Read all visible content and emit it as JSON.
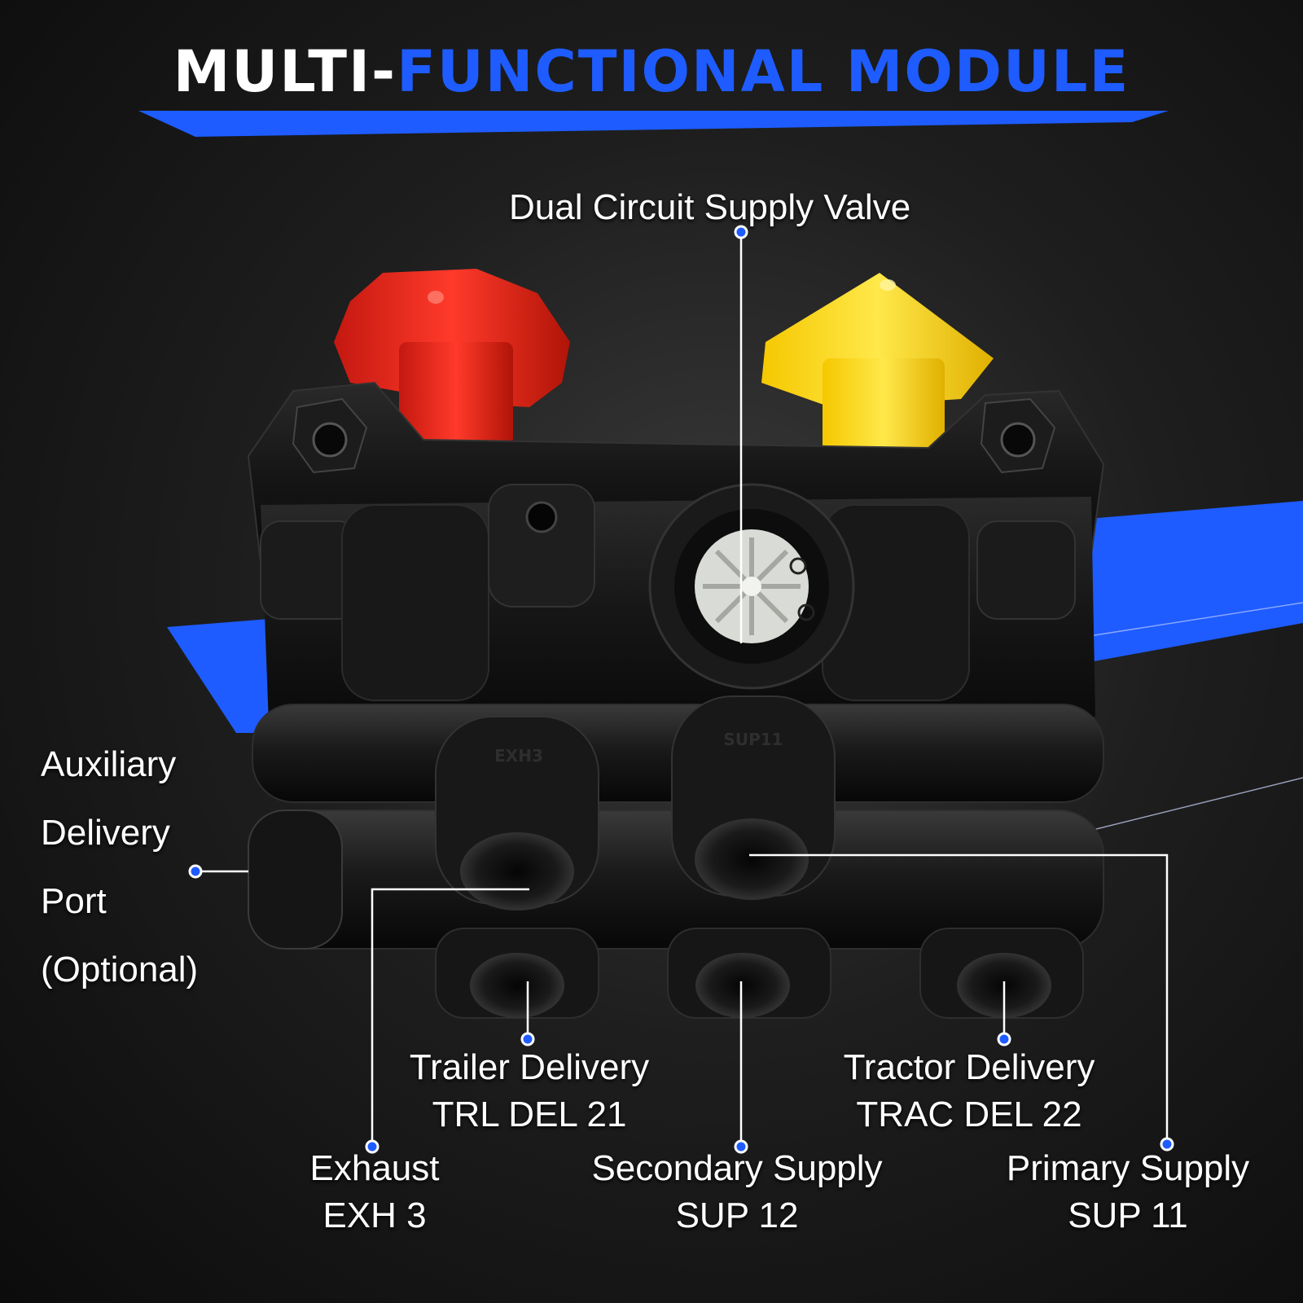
{
  "title": {
    "part1": "MULTI-",
    "part2": "FUNCTIONAL",
    "part3": "MODULE"
  },
  "colors": {
    "accent_blue": "#1e5cff",
    "cap_red": "#e8251c",
    "cap_yellow": "#ffdd00",
    "body_black": "#141414",
    "callout_dot": "#1e5cff"
  },
  "callouts": {
    "dual_circuit": {
      "line1": "Dual Circuit Supply Valve"
    },
    "auxiliary": {
      "line1": "Auxiliary",
      "line2": "Delivery",
      "line3": "Port",
      "line4": "(Optional)"
    },
    "trailer": {
      "line1": "Trailer Delivery",
      "line2": "TRL DEL 21"
    },
    "tractor": {
      "line1": "Tractor Delivery",
      "line2": "TRAC DEL 22"
    },
    "exhaust": {
      "line1": "Exhaust",
      "line2": "EXH 3"
    },
    "secondary": {
      "line1": "Secondary Supply",
      "line2": "SUP 12"
    },
    "primary": {
      "line1": "Primary Supply",
      "line2": "SUP 11"
    }
  },
  "port_markings": {
    "exh": "EXH3",
    "sup": "SUP11"
  }
}
